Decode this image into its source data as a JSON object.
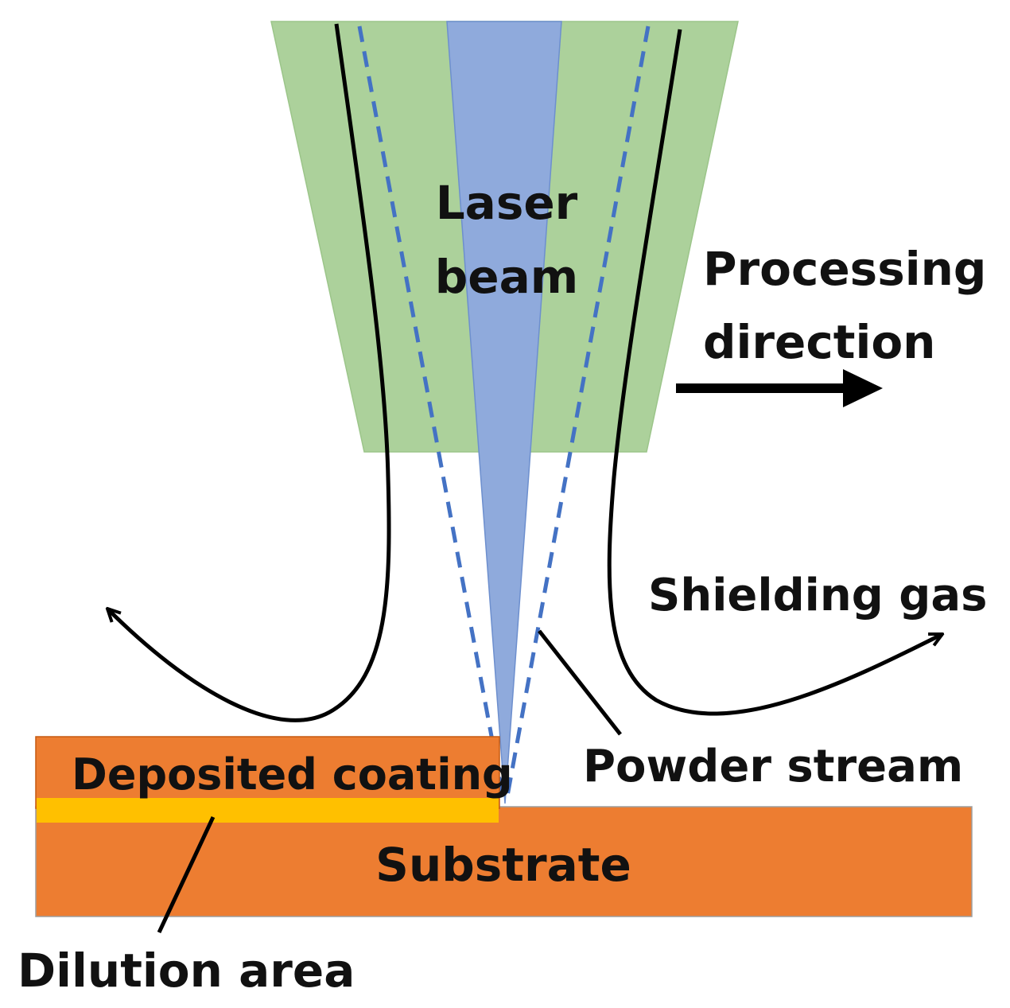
{
  "labels": {
    "laser_beam_line1": "Laser",
    "laser_beam_line2": "beam",
    "processing_direction_line1": "Processing",
    "processing_direction_line2": "direction",
    "shielding_gas": "Shielding gas",
    "powder_stream": "Powder stream",
    "deposited_coating": "Deposited coating",
    "substrate": "Substrate",
    "dilution_area": "Dilution area"
  },
  "colors": {
    "nozzle": "#acd19b",
    "nozzle_edge": "#8fbd7c",
    "laser": "#8faadc",
    "laser_edge": "#5b80c4",
    "powder_dash": "#4472c4",
    "coating": "#ed7d31",
    "coating_edge": "#c55a11",
    "dilution": "#ffc000",
    "substrate": "#ed7d31",
    "substrate_edge": "#a0a0a0",
    "lines": "#000000"
  }
}
